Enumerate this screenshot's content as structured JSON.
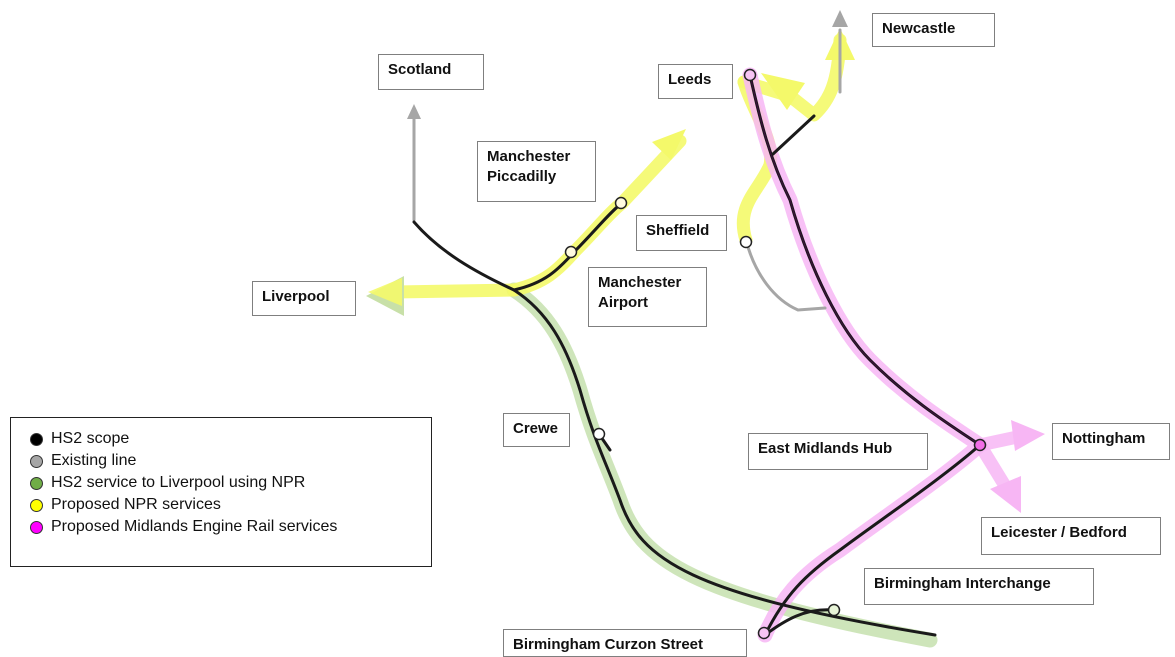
{
  "labels": {
    "scotland": "Scotland",
    "newcastle": "Newcastle",
    "leeds": "Leeds",
    "manchester_piccadilly": [
      "Manchester",
      "Piccadilly"
    ],
    "sheffield": "Sheffield",
    "liverpool": "Liverpool",
    "manchester_airport": [
      "Manchester",
      "Airport"
    ],
    "crewe": "Crewe",
    "east_midlands_hub": "East Midlands Hub",
    "nottingham": "Nottingham",
    "leicester_bedford": "Leicester / Bedford",
    "birmingham_interchange": "Birmingham Interchange",
    "birmingham_curzon_street": "Birmingham Curzon Street"
  },
  "legend": {
    "items": [
      {
        "label": "HS2 scope",
        "color": "#000000"
      },
      {
        "label": "Existing line",
        "color": "#a6a6a6"
      },
      {
        "label": "HS2 service to Liverpool using NPR",
        "color": "#70ad47"
      },
      {
        "label": "Proposed NPR services",
        "color": "#ffff00"
      },
      {
        "label": "Proposed Midlands Engine Rail services",
        "color": "#ff00ff"
      }
    ]
  },
  "colors": {
    "hs2": "#111111",
    "existing": "#a6a6a6",
    "liverpool_service": "#c9e2b3",
    "npr": "#f4f96a",
    "midlands_engine": "#f7b6f4",
    "station_fill": "#ffffff"
  }
}
